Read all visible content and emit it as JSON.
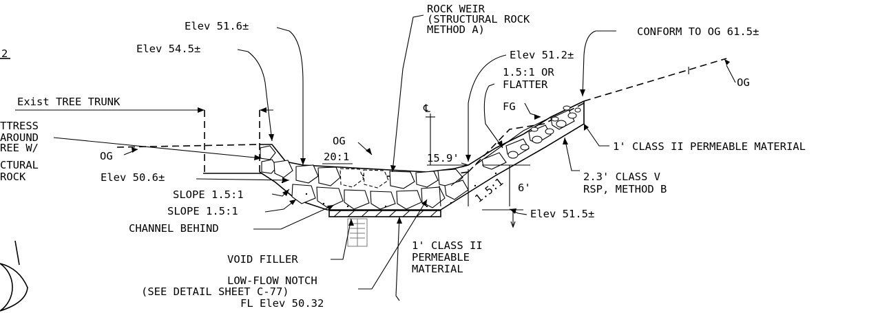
{
  "labels": {
    "rock_weir": [
      "ROCK WEIR",
      "(STRUCTURAL ROCK",
      "METHOD A)"
    ],
    "elev_51_6": "Elev 51.6±",
    "elev_54_5": "Elev 54.5±",
    "conform": "CONFORM TO OG 61.5±",
    "elev_51_2": "Elev 51.2±",
    "slope_flatter": [
      "1.5:1 OR",
      "FLATTER"
    ],
    "og_right": "OG",
    "fg": "FG",
    "centerline": "℄",
    "exist_tree": "Exist TREE TRUNK",
    "buttress": [
      "TTRESS",
      "AROUND",
      "REE W/",
      "CTURAL",
      "ROCK"
    ],
    "og_center": "OG",
    "ratio_20_1": "20:1",
    "og_left": "OG",
    "elev_50_6": "Elev 50.6±",
    "dim_15_9": "15.9'",
    "permeable_right": "1' CLASS II PERMEABLE MATERIAL",
    "slope_1": "SLOPE 1.5:1",
    "slope_2": "SLOPE 1.5:1",
    "channel_behind": "CHANNEL BEHIND",
    "ratio_1_5": "1.5:1",
    "dim_6": "6'",
    "rsp": [
      "2.3' CLASS V",
      "RSP, METHOD B"
    ],
    "elev_51_5": "Elev 51.5±",
    "void_filler": "VOID FILLER",
    "permeable_bottom": [
      "1' CLASS II",
      "PERMEABLE",
      "MATERIAL"
    ],
    "low_flow": [
      "LOW-FLOW NOTCH",
      "(SEE DETAIL SHEET C-77)",
      "FL Elev 50.32"
    ],
    "edge_fragment": "2"
  }
}
